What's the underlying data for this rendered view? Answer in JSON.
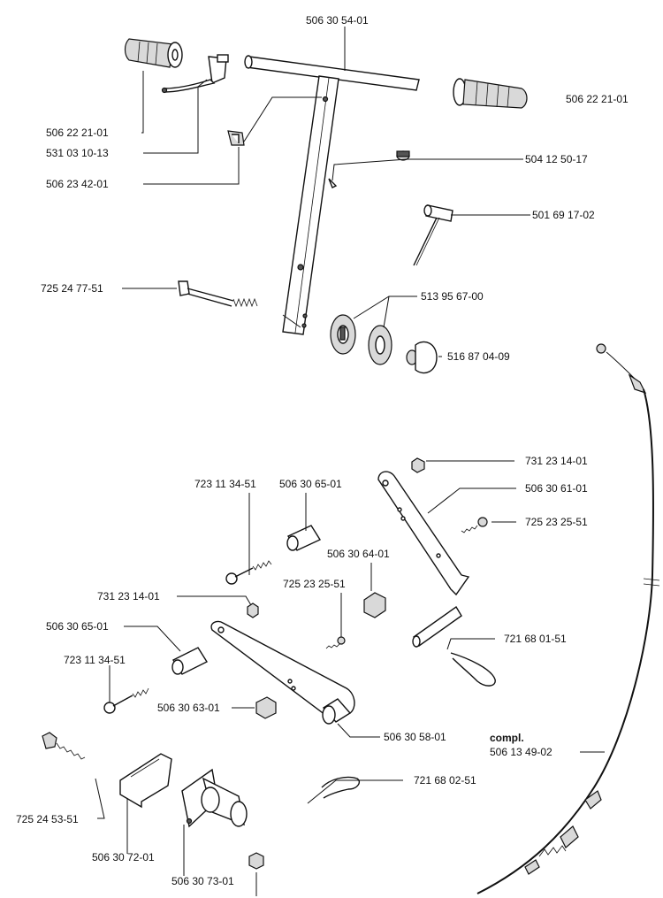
{
  "labels": {
    "handle_bar": "506 30 54-01",
    "grip_left": "506 22 21-01",
    "grip_right": "506 22 21-01",
    "lever": "531 03 10-13",
    "clip": "506 23 42-01",
    "plug": "504 12 50-17",
    "tool": "501 69 17-02",
    "bolt_long": "725 24 77-51",
    "washer_set": "513 95 67-00",
    "knob": "516 87 04-09",
    "nut_top": "731 23 14-01",
    "plate_upper": "506 30 61-01",
    "screw_right": "725 23 25-51",
    "screw_a": "723 11 34-51",
    "spacer_a": "506 30 65-01",
    "spacer_mid": "506 30 64-01",
    "screw_mid": "725 23 25-51",
    "nut_mid": "731 23 14-01",
    "spacer_b": "506 30 65-01",
    "screw_b": "723 11 34-51",
    "spacer_small": "506 30 63-01",
    "axle": "506 30 58-01",
    "clip_upper": "721 68 01-51",
    "clip_lower": "721 68 02-51",
    "cable_compl": "compl.",
    "cable": "506 13 49-02",
    "bolt_bottom": "725 24 53-51",
    "bracket": "506 30 72-01",
    "pivot": "506 30 73-01"
  }
}
